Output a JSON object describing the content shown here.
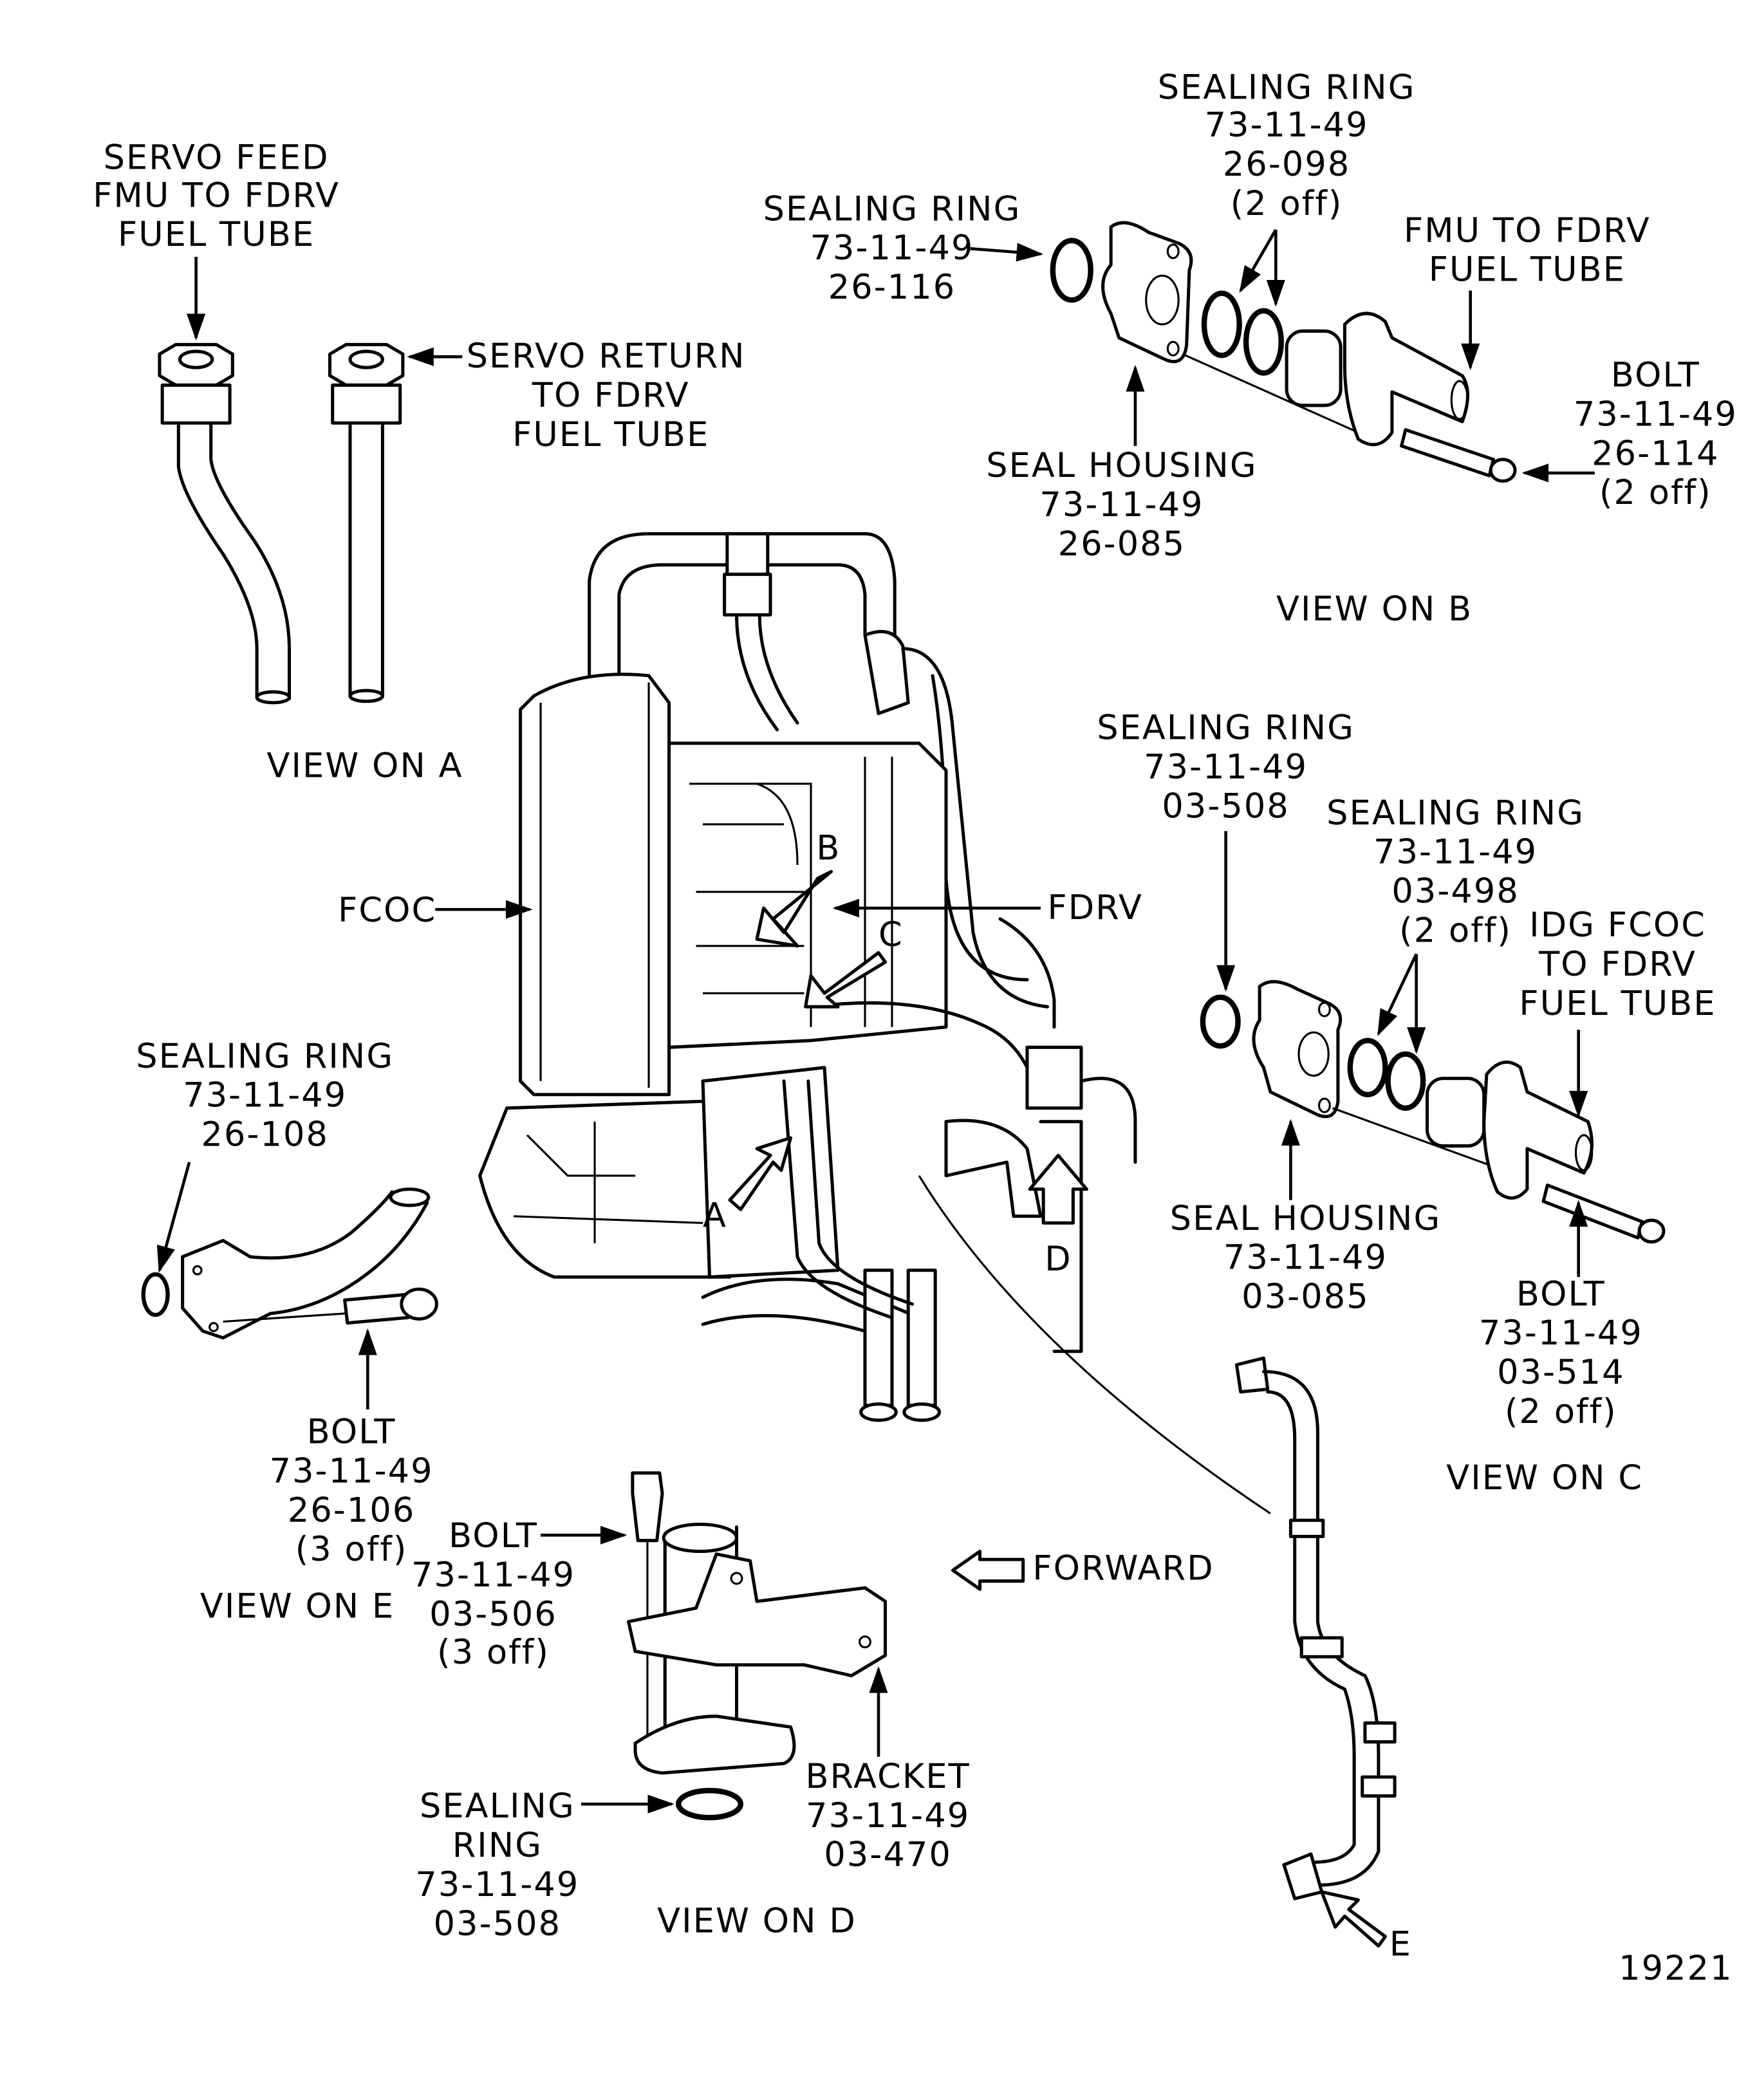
{
  "figure_number": "19221",
  "view_a": {
    "servo_feed": [
      "SERVO FEED",
      "FMU TO FDRV",
      "FUEL TUBE"
    ],
    "servo_return": [
      "SERVO RETURN",
      "TO FDRV",
      "FUEL TUBE"
    ],
    "title": "VIEW ON A"
  },
  "view_b": {
    "sealing_ring_098": [
      "SEALING RING",
      "73-11-49",
      "26-098",
      "(2 off)"
    ],
    "sealing_ring_116": [
      "SEALING RING",
      "73-11-49",
      "26-116"
    ],
    "fuel_tube": [
      "FMU TO FDRV",
      "FUEL TUBE"
    ],
    "bolt": [
      "BOLT",
      "73-11-49",
      "26-114",
      "(2 off)"
    ],
    "seal_housing": [
      "SEAL HOUSING",
      "73-11-49",
      "26-085"
    ],
    "title": "VIEW ON B"
  },
  "view_c": {
    "sealing_ring_508": [
      "SEALING RING",
      "73-11-49",
      "03-508"
    ],
    "sealing_ring_498": [
      "SEALING RING",
      "73-11-49",
      "03-498",
      "(2 off)"
    ],
    "fuel_tube": [
      "IDG FCOC",
      "TO FDRV",
      "FUEL TUBE"
    ],
    "seal_housing": [
      "SEAL HOUSING",
      "73-11-49",
      "03-085"
    ],
    "bolt": [
      "BOLT",
      "73-11-49",
      "03-514",
      "(2 off)"
    ],
    "title": "VIEW ON C"
  },
  "main": {
    "fcoc": "FCOC",
    "fdrv": "FDRV",
    "view_letters": {
      "a": "A",
      "b": "B",
      "c": "C",
      "d": "D",
      "e": "E"
    },
    "forward": "FORWARD"
  },
  "view_e": {
    "sealing_ring": [
      "SEALING RING",
      "73-11-49",
      "26-108"
    ],
    "bolt": [
      "BOLT",
      "73-11-49",
      "26-106",
      "(3 off)"
    ],
    "title": "VIEW ON E"
  },
  "view_d": {
    "bolt": [
      "BOLT",
      "73-11-49",
      "03-506",
      "(3 off)"
    ],
    "bracket": [
      "BRACKET",
      "73-11-49",
      "03-470"
    ],
    "sealing_ring": [
      "SEALING",
      "RING",
      "73-11-49",
      "03-508"
    ],
    "title": "VIEW ON D"
  }
}
